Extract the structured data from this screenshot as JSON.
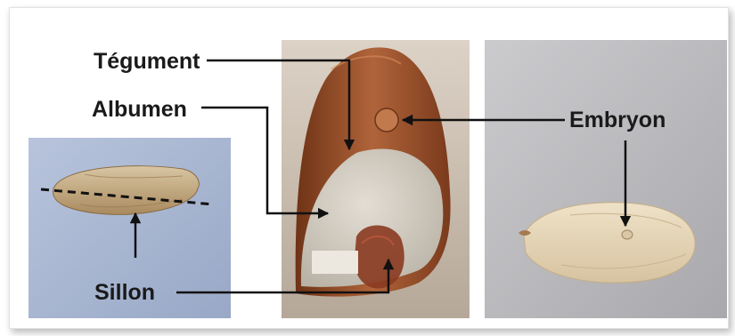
{
  "labels": {
    "tegument": "Tégument",
    "albumen": "Albumen",
    "embryon": "Embryon",
    "sillon": "Sillon"
  },
  "colors": {
    "left_photo_bg": "#a9b7d2",
    "middle_photo_bg": "#c9bcae",
    "right_photo_bg": "#bdbcc0",
    "seed_coat": "#9a4f28",
    "albumen": "#d2cdc2",
    "arrow": "#111111"
  }
}
